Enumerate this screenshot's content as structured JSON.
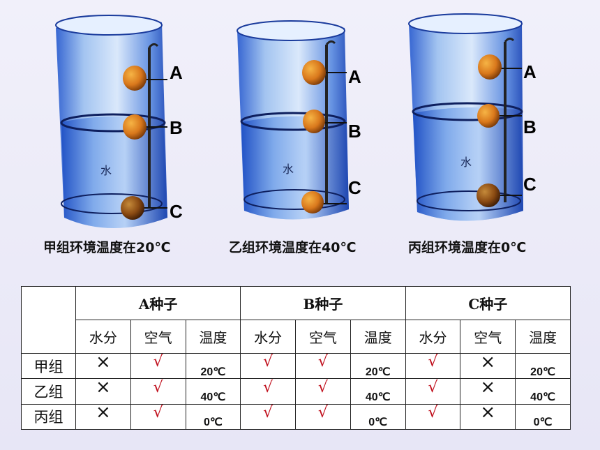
{
  "beakers": [
    {
      "caption": "甲组环境温度在20℃",
      "labels": [
        "A",
        "B",
        "C"
      ],
      "water_label": "水"
    },
    {
      "caption": "乙组环境温度在40℃",
      "labels": [
        "A",
        "B",
        "C"
      ],
      "water_label": "水"
    },
    {
      "caption": "丙组环境温度在0℃",
      "labels": [
        "A",
        "B",
        "C"
      ],
      "water_label": "水"
    }
  ],
  "table": {
    "seed_headers": [
      "A种子",
      "B种子",
      "C种子"
    ],
    "sub_headers": [
      "水分",
      "空气",
      "温度",
      "水分",
      "空气",
      "温度",
      "水分",
      "空气",
      "温度"
    ],
    "rows": [
      {
        "label": "甲组",
        "cells": [
          "×",
          "√",
          "20℃",
          "√",
          "√",
          "20℃",
          "√",
          "×",
          "20℃"
        ]
      },
      {
        "label": "乙组",
        "cells": [
          "×",
          "√",
          "40℃",
          "√",
          "√",
          "40℃",
          "√",
          "×",
          "40℃"
        ]
      },
      {
        "label": "丙组",
        "cells": [
          "×",
          "√",
          "0℃",
          "√",
          "√",
          "0℃",
          "√",
          "×",
          "0℃"
        ]
      }
    ]
  }
}
